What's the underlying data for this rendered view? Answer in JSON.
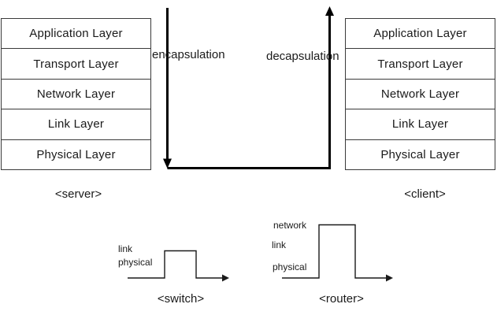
{
  "diagram": {
    "title_hint": "network layer encapsulation diagram",
    "layers": [
      "Application Layer",
      "Transport Layer",
      "Network Layer",
      "Link Layer",
      "Physical Layer"
    ],
    "server_caption": "<server>",
    "client_caption": "<client>",
    "encapsulation_label": "encapsulation",
    "decapsulation_label": "decapsulation",
    "switch": {
      "labels": [
        "link",
        "physical"
      ],
      "caption": "<switch>"
    },
    "router": {
      "labels": [
        "network",
        "link",
        "physical"
      ],
      "caption": "<router>"
    },
    "colors": {
      "background": "#ffffff",
      "box_border": "#3a3a3a",
      "arrow": "#000000",
      "text": "#1a1a1a"
    }
  }
}
